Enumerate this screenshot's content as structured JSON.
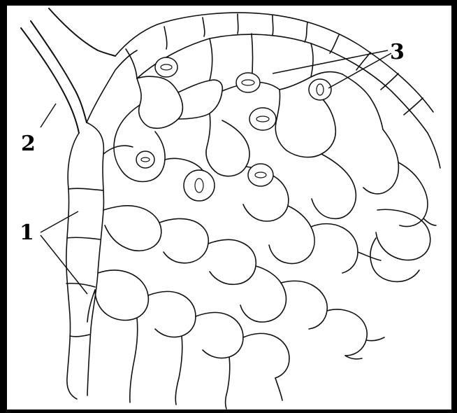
{
  "labels": {
    "one": "1",
    "two": "2",
    "three": "3"
  },
  "colors": {
    "background": "#ffffff",
    "frame": "#000000",
    "ink": "#111111"
  }
}
